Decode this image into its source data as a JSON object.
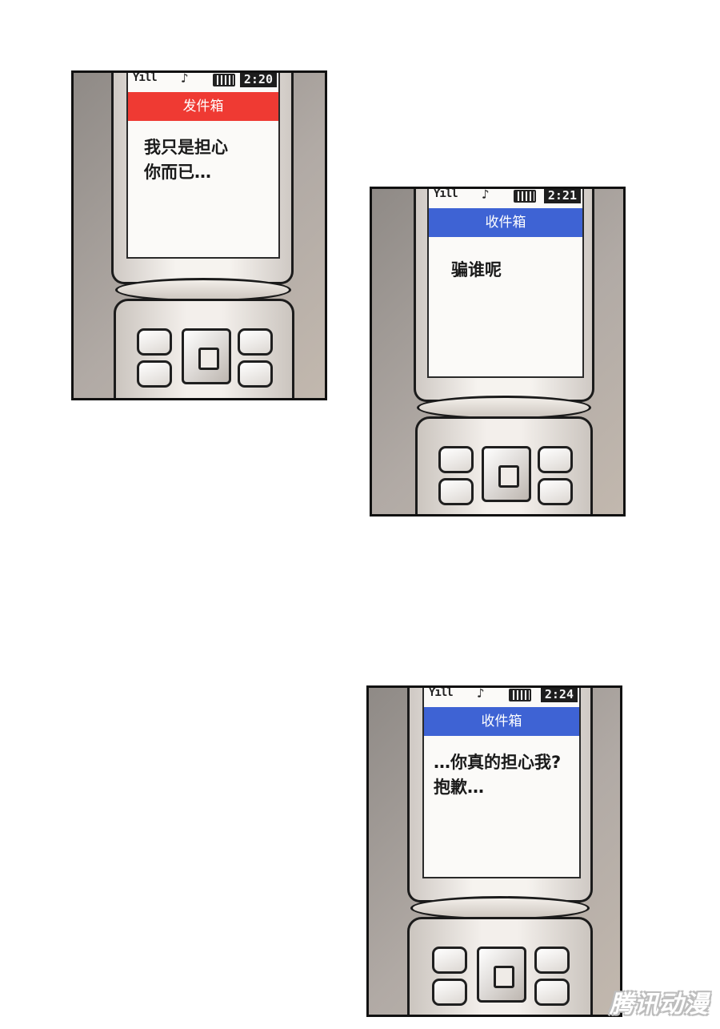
{
  "panels": [
    {
      "folder": "发件箱",
      "folder_color": "#ef3a33",
      "time": "2:20",
      "message_line1": "我只是担心",
      "message_line2": "你而已…"
    },
    {
      "folder": "收件箱",
      "folder_color": "#3e63d4",
      "time": "2:21",
      "message_line1": "骗谁呢",
      "message_line2": ""
    },
    {
      "folder": "收件箱",
      "folder_color": "#3e63d4",
      "time": "2:24",
      "message_line1": "…你真的担心我?",
      "message_line2": "抱歉…"
    }
  ],
  "icons": {
    "signal": "signal-icon",
    "music": "music-note-icon",
    "battery": "battery-icon"
  },
  "watermark": "腾讯动漫"
}
